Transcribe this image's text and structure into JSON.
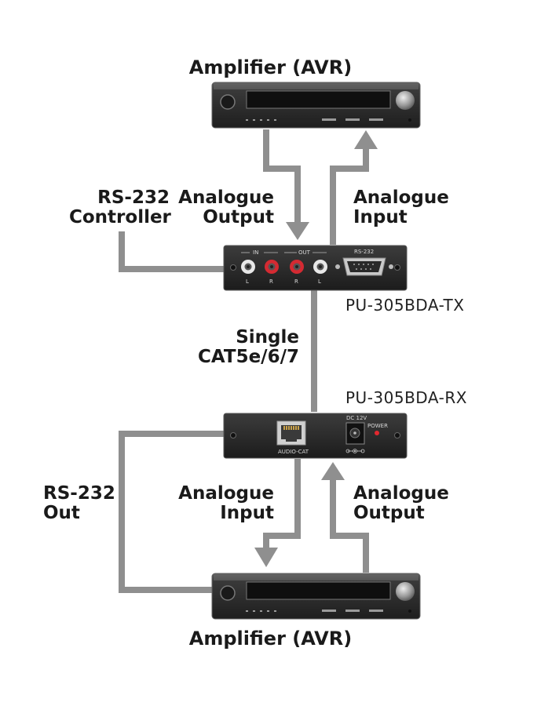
{
  "top_amp": {
    "title": "Amplifier (AVR)"
  },
  "bottom_amp": {
    "title": "Amplifier (AVR)"
  },
  "tx": {
    "model": "PU-305BDA-TX",
    "labels": {
      "in": "IN",
      "out": "OUT",
      "rs232": "RS-232",
      "l": "L",
      "r": "R"
    }
  },
  "rx": {
    "model": "PU-305BDA-RX",
    "labels": {
      "dc": "DC 12V",
      "power": "POWER",
      "audio_cat": "AUDIO-CAT"
    }
  },
  "labels": {
    "rs232_controller": [
      "RS-232",
      "Controller"
    ],
    "analogue_output_top": [
      "Analogue",
      "Output"
    ],
    "analogue_input_top": [
      "Analogue",
      "Input"
    ],
    "single_cat": [
      "Single",
      "CAT5e/6/7"
    ],
    "rs232_out": [
      "RS-232",
      "Out"
    ],
    "analogue_input_bottom": [
      "Analogue",
      "Input"
    ],
    "analogue_output_bottom": [
      "Analogue",
      "Output"
    ]
  },
  "colors": {
    "cable": "#8f8f8f",
    "device": "#2b2b2b",
    "device_edge": "#555555"
  }
}
